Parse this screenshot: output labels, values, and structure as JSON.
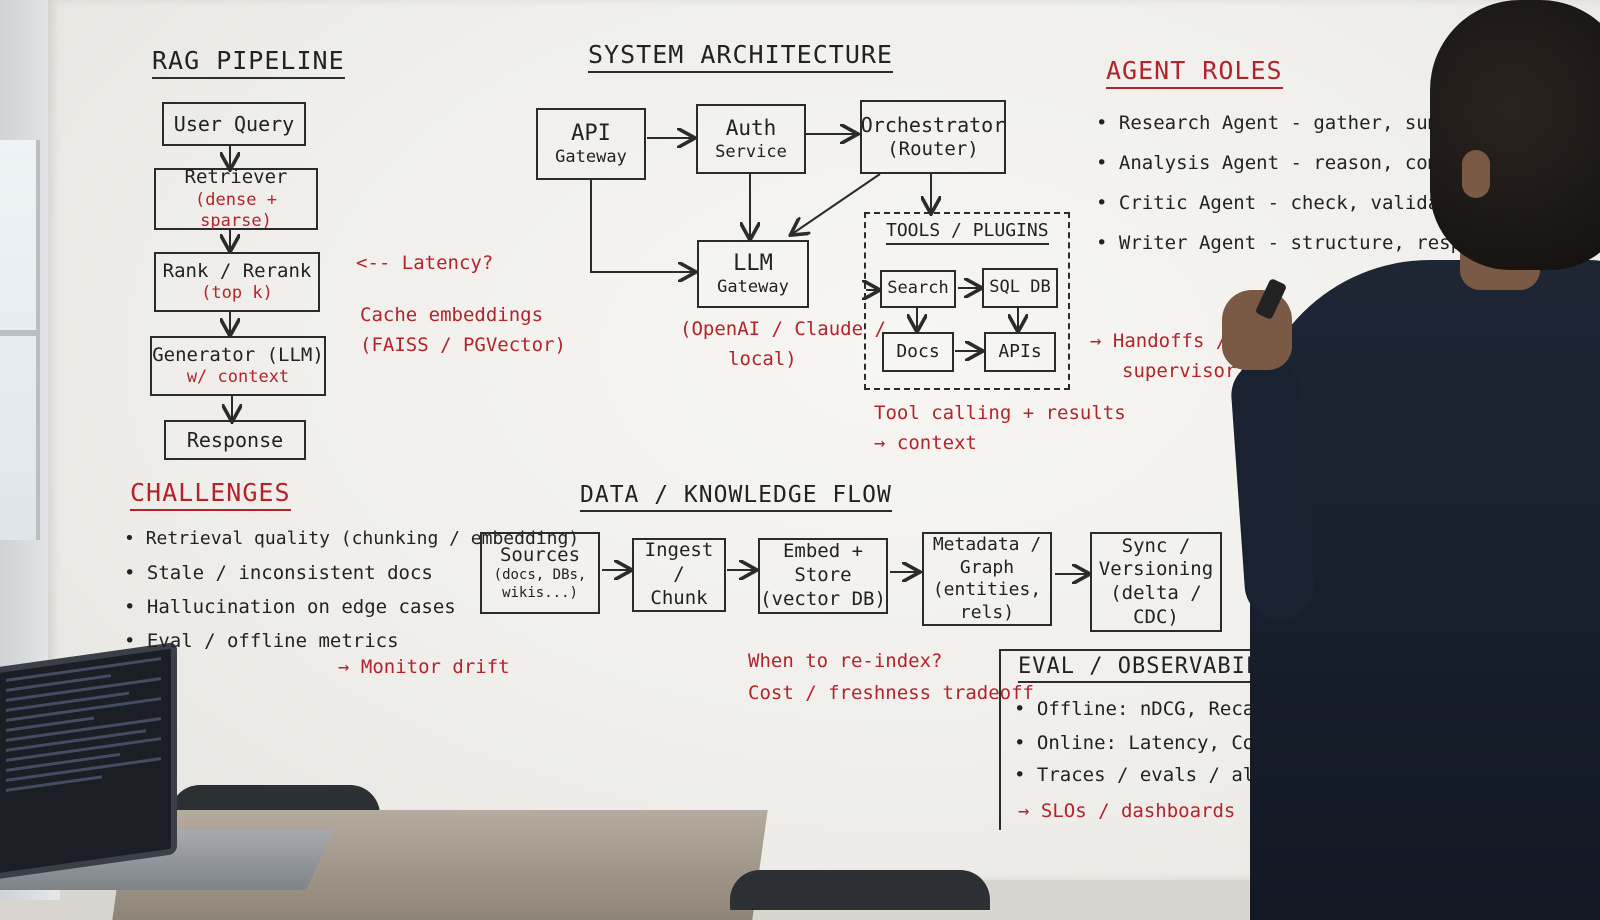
{
  "rag": {
    "title": "RAG PIPELINE",
    "steps": [
      {
        "line1": "User Query",
        "line2": ""
      },
      {
        "line1": "Retriever",
        "line2": "(dense + sparse)"
      },
      {
        "line1": "Rank / Rerank",
        "line2": "(top k)"
      },
      {
        "line1": "Generator (LLM)",
        "line2": "w/ context"
      },
      {
        "line1": "Response",
        "line2": ""
      }
    ],
    "latency_note": "<-- Latency?",
    "cache_note_1": "Cache embeddings",
    "cache_note_2": "(FAISS / PGVector)"
  },
  "arch": {
    "title": "SYSTEM ARCHITECTURE",
    "api": {
      "line1": "API",
      "line2": "Gateway"
    },
    "auth": {
      "line1": "Auth",
      "line2": "Service"
    },
    "orchestrator": {
      "line1": "Orchestrator",
      "line2": "(Router)"
    },
    "llm": {
      "line1": "LLM",
      "line2": "Gateway"
    },
    "llm_note_1": "(OpenAI / Claude /",
    "llm_note_2": "local)",
    "tools_title": "TOOLS / PLUGINS",
    "tools": {
      "search": "Search",
      "sql": "SQL DB",
      "docs": "Docs",
      "apis": "APIs"
    },
    "tool_note_1": "Tool calling + results",
    "tool_note_2": "→ context"
  },
  "agents": {
    "title": "AGENT ROLES",
    "items": [
      "Research Agent - gather, summarize,",
      "Analysis Agent - reason, compare, calc",
      "Critic Agent - check, validate, risks",
      "Writer Agent - structure, respond"
    ],
    "handoff_1": "→ Handoffs /",
    "handoff_2": "supervisor?"
  },
  "challenges": {
    "title": "CHALLENGES",
    "items": [
      "Retrieval quality (chunking / embedding)",
      "Stale / inconsistent docs",
      "Hallucination on edge cases",
      "Eval / offline metrics"
    ],
    "note": "→ Monitor drift"
  },
  "flow": {
    "title": "DATA / KNOWLEDGE FLOW",
    "sources": {
      "line1": "Sources",
      "line2": "(docs, DBs, wikis...)"
    },
    "ingest": {
      "line1": "Ingest /",
      "line2": "Chunk"
    },
    "embed": {
      "line1": "Embed + Store",
      "line2": "(vector DB)"
    },
    "meta": {
      "line1": "Metadata /",
      "line2": "Graph",
      "line3": "(entities, rels)"
    },
    "sync": {
      "line1": "Sync /",
      "line2": "Versioning",
      "line3": "(delta / CDC)"
    },
    "note_1": "When to re-index?",
    "note_2": "Cost / freshness tradeoff"
  },
  "eval": {
    "title": "EVAL / OBSERVABILITY",
    "items": [
      "Offline: nDCG, Recall@K, Faithfulness",
      "Online: Latency, Cost, User feedback",
      "Traces / evals / alerts"
    ],
    "note": "→ SLOs / dashboards"
  },
  "colors": {
    "ink": "#222222",
    "red_marker": "#b4232a",
    "board": "#f3f2ee"
  }
}
